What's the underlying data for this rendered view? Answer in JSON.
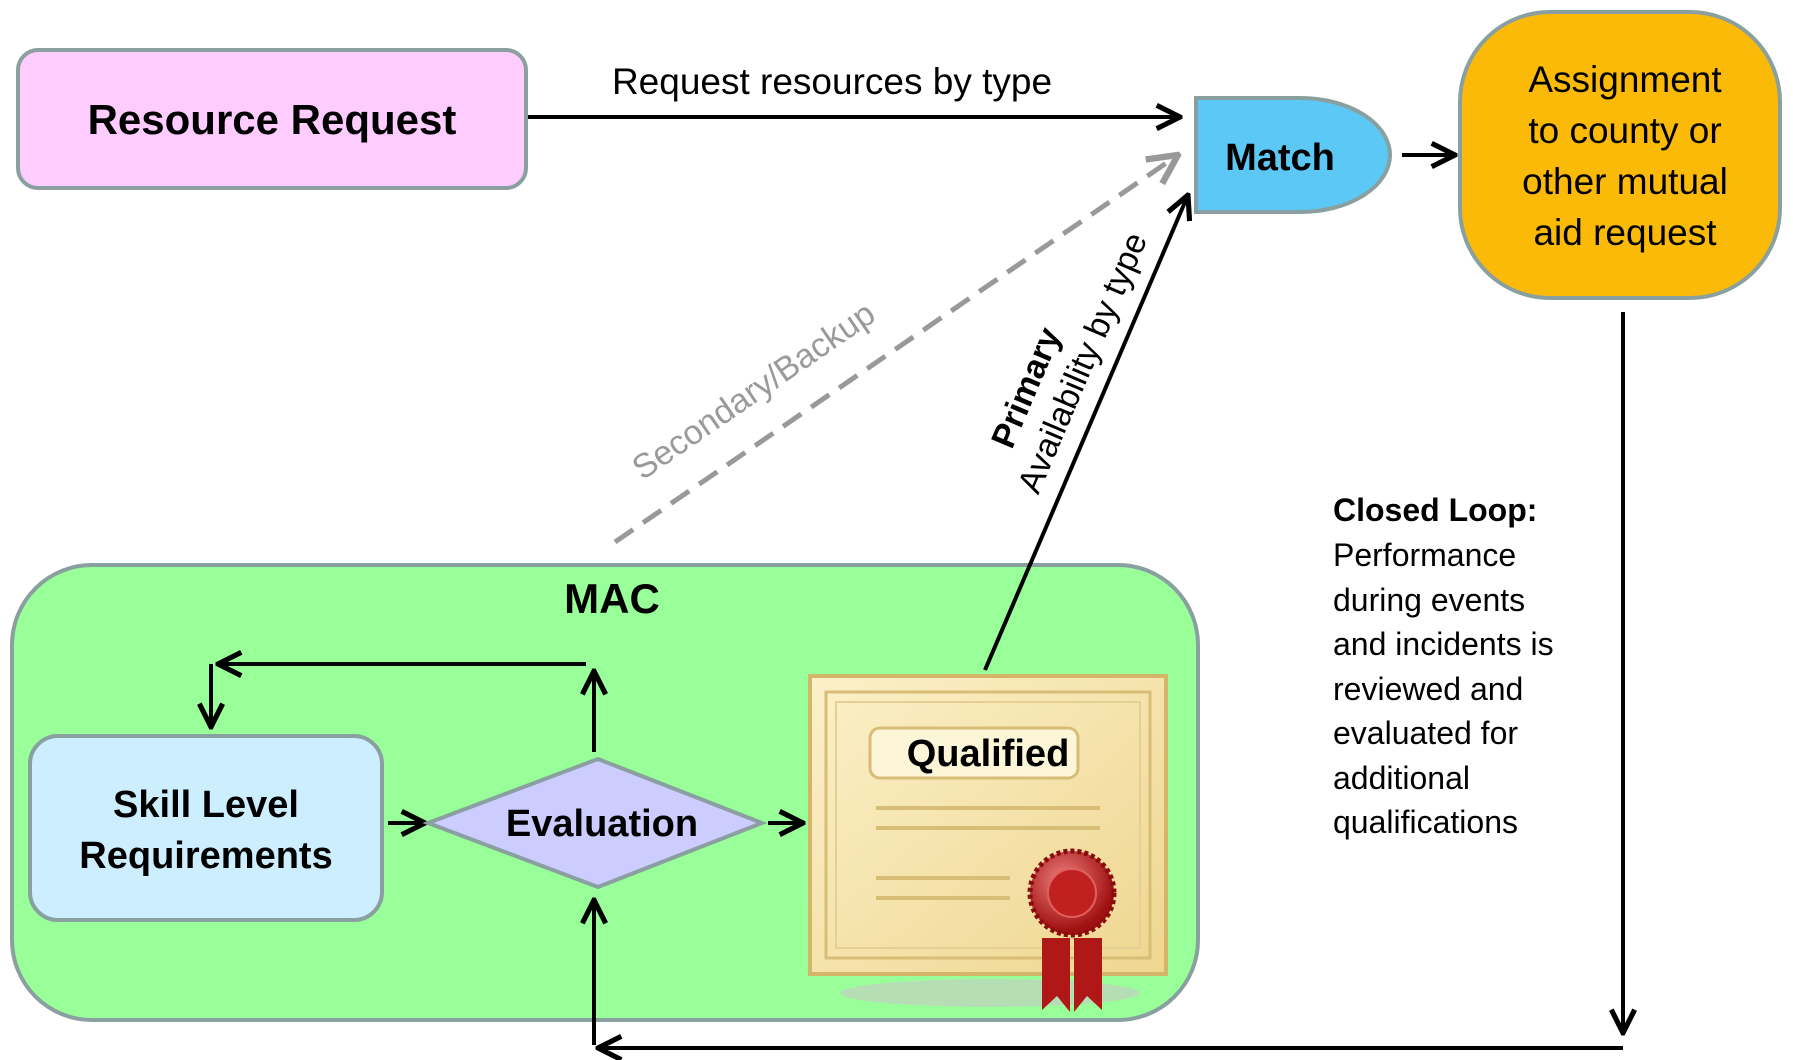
{
  "nodes": {
    "resource_request": "Resource Request",
    "match": "Match",
    "assignment": [
      "Assignment",
      "to county or",
      "other mutual",
      "aid request"
    ],
    "mac": "MAC",
    "skill_level": [
      "Skill Level",
      "Requirements"
    ],
    "evaluation": "Evaluation",
    "qualified": "Qualified"
  },
  "edges": {
    "request_resources": "Request resources by type",
    "secondary_backup": "Secondary/Backup",
    "primary": "Primary",
    "availability": "Availability by type"
  },
  "closed_loop": {
    "title": "Closed Loop:",
    "lines": [
      "Performance",
      "during events",
      "and incidents is",
      "reviewed and",
      "evaluated for",
      "additional",
      "qualifications"
    ]
  },
  "colors": {
    "resource_request_fill": "#ffccff",
    "match_fill": "#5bc8f5",
    "assignment_fill": "#fbba07",
    "mac_fill": "#99ff99",
    "skill_fill": "#cceeff",
    "evaluation_fill": "#ccccff",
    "border": "#8aa0a0",
    "certificate": "#f7e4a8"
  }
}
